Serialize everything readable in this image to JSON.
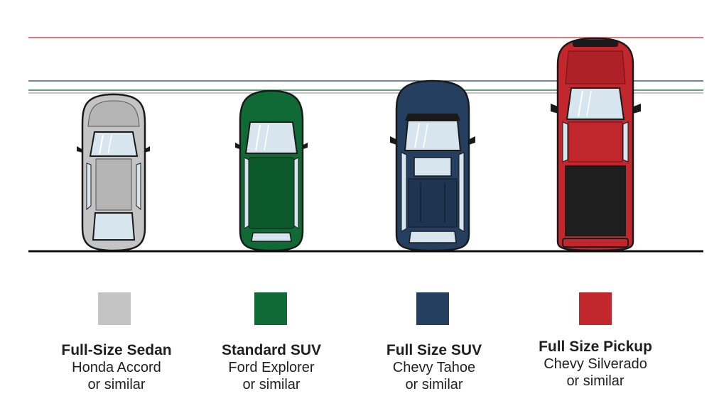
{
  "vehicles": [
    {
      "name": "Full-Size Sedan",
      "model": "Honda Accord",
      "similar": "or similar",
      "color": "#c4c4c4",
      "icon": "sedan-top-view"
    },
    {
      "name": "Standard SUV",
      "model": "Ford Explorer",
      "similar": "or similar",
      "color": "#0f6a35",
      "icon": "suv-top-view"
    },
    {
      "name": "Full Size SUV",
      "model": "Chevy Tahoe",
      "similar": "or similar",
      "color": "#253f61",
      "icon": "large-suv-top-view"
    },
    {
      "name": "Full Size Pickup",
      "model": "Chevy Silverado",
      "similar": "or similar",
      "color": "#c1272d",
      "icon": "pickup-top-view"
    }
  ],
  "colors": {
    "line_red": "#c1272d",
    "line_navy": "#253f61",
    "line_green": "#0f6a35",
    "ground": "#111111",
    "outline": "#1a1a1a",
    "glass": "#d7e6ee"
  }
}
